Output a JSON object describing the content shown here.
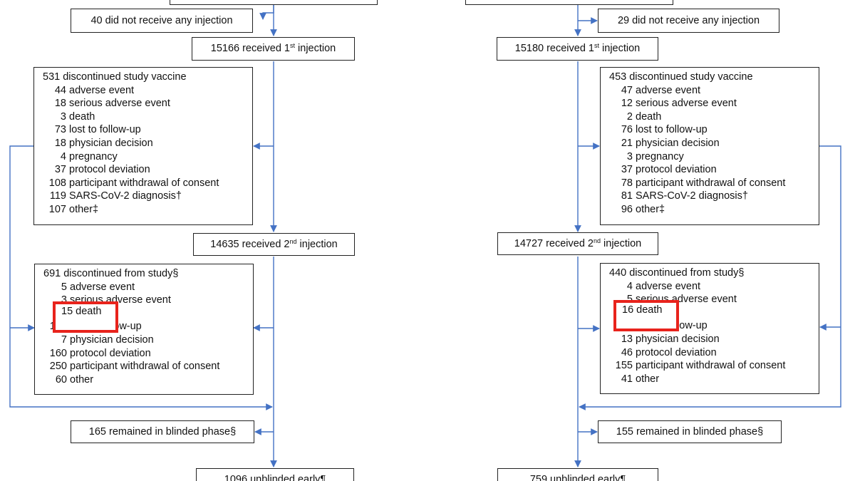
{
  "colors": {
    "arrow": "#4472c4",
    "box_border": "#222222",
    "highlight": "#e8231c"
  },
  "left": {
    "no_injection": "40 did not receive any injection",
    "first_injection": {
      "prefix": "15166 received 1",
      "sup": "st",
      "suffix": " injection"
    },
    "discontinued_vaccine": {
      "header": "531 discontinued study vaccine",
      "items": [
        {
          "n": "44",
          "label": "adverse event"
        },
        {
          "n": "18",
          "label": "serious adverse event"
        },
        {
          "n": "3",
          "label": "death"
        },
        {
          "n": "73",
          "label": "lost to follow-up"
        },
        {
          "n": "18",
          "label": "physician decision"
        },
        {
          "n": "4",
          "label": "pregnancy"
        },
        {
          "n": "37",
          "label": "protocol deviation"
        },
        {
          "n": "108",
          "label": "participant  withdrawal of consent"
        },
        {
          "n": "119",
          "label": "SARS-CoV-2 diagnosis†"
        },
        {
          "n": "107",
          "label": "other‡"
        }
      ]
    },
    "second_injection": {
      "prefix": "14635 received 2",
      "sup": "nd",
      "suffix": " injection"
    },
    "discontinued_study": {
      "header": "691 discontinued from study§",
      "items": [
        {
          "n": "5",
          "label": "adverse event"
        },
        {
          "n": "3",
          "label": "serious adverse event"
        },
        {
          "n": "15",
          "label": "death"
        },
        {
          "n": "101",
          "label": "lost to follow-up"
        },
        {
          "n": "7",
          "label": "physician decision"
        },
        {
          "n": "160",
          "label": "protocol deviation"
        },
        {
          "n": "250",
          "label": "participant  withdrawal of consent"
        },
        {
          "n": "60",
          "label": "other"
        }
      ]
    },
    "highlight": "15 death",
    "remained_blinded": "165 remained in blinded phase§",
    "unblinded_early": "1096 unblinded early¶"
  },
  "right": {
    "no_injection": "29 did not receive any injection",
    "first_injection": {
      "prefix": "15180 received 1",
      "sup": "st",
      "suffix": " injection"
    },
    "discontinued_vaccine": {
      "header": "453 discontinued study vaccine",
      "items": [
        {
          "n": "47",
          "label": "adverse event"
        },
        {
          "n": "12",
          "label": "serious adverse event"
        },
        {
          "n": "2",
          "label": "death"
        },
        {
          "n": "76",
          "label": "lost to follow-up"
        },
        {
          "n": "21",
          "label": "physician decision"
        },
        {
          "n": "3",
          "label": "pregnancy"
        },
        {
          "n": "37",
          "label": "protocol deviation"
        },
        {
          "n": "78",
          "label": "participant  withdrawal of consent"
        },
        {
          "n": "81",
          "label": "SARS-CoV-2 diagnosis†"
        },
        {
          "n": "96",
          "label": "other‡"
        }
      ]
    },
    "second_injection": {
      "prefix": "14727 received 2",
      "sup": "nd",
      "suffix": " injection"
    },
    "discontinued_study": {
      "header": "440 discontinued from study§",
      "items": [
        {
          "n": "4",
          "label": "adverse event"
        },
        {
          "n": "5",
          "label": "serious adverse event"
        },
        {
          "n": "16",
          "label": "death"
        },
        {
          "n": "160",
          "label": "lost to follow-up"
        },
        {
          "n": "13",
          "label": "physician decision"
        },
        {
          "n": "46",
          "label": "protocol deviation"
        },
        {
          "n": "155",
          "label": "participant  withdrawal of consent"
        },
        {
          "n": "41",
          "label": "other"
        }
      ]
    },
    "highlight": "16 death",
    "remained_blinded": "155 remained in blinded phase§",
    "unblinded_early": "759 unblinded early¶"
  }
}
